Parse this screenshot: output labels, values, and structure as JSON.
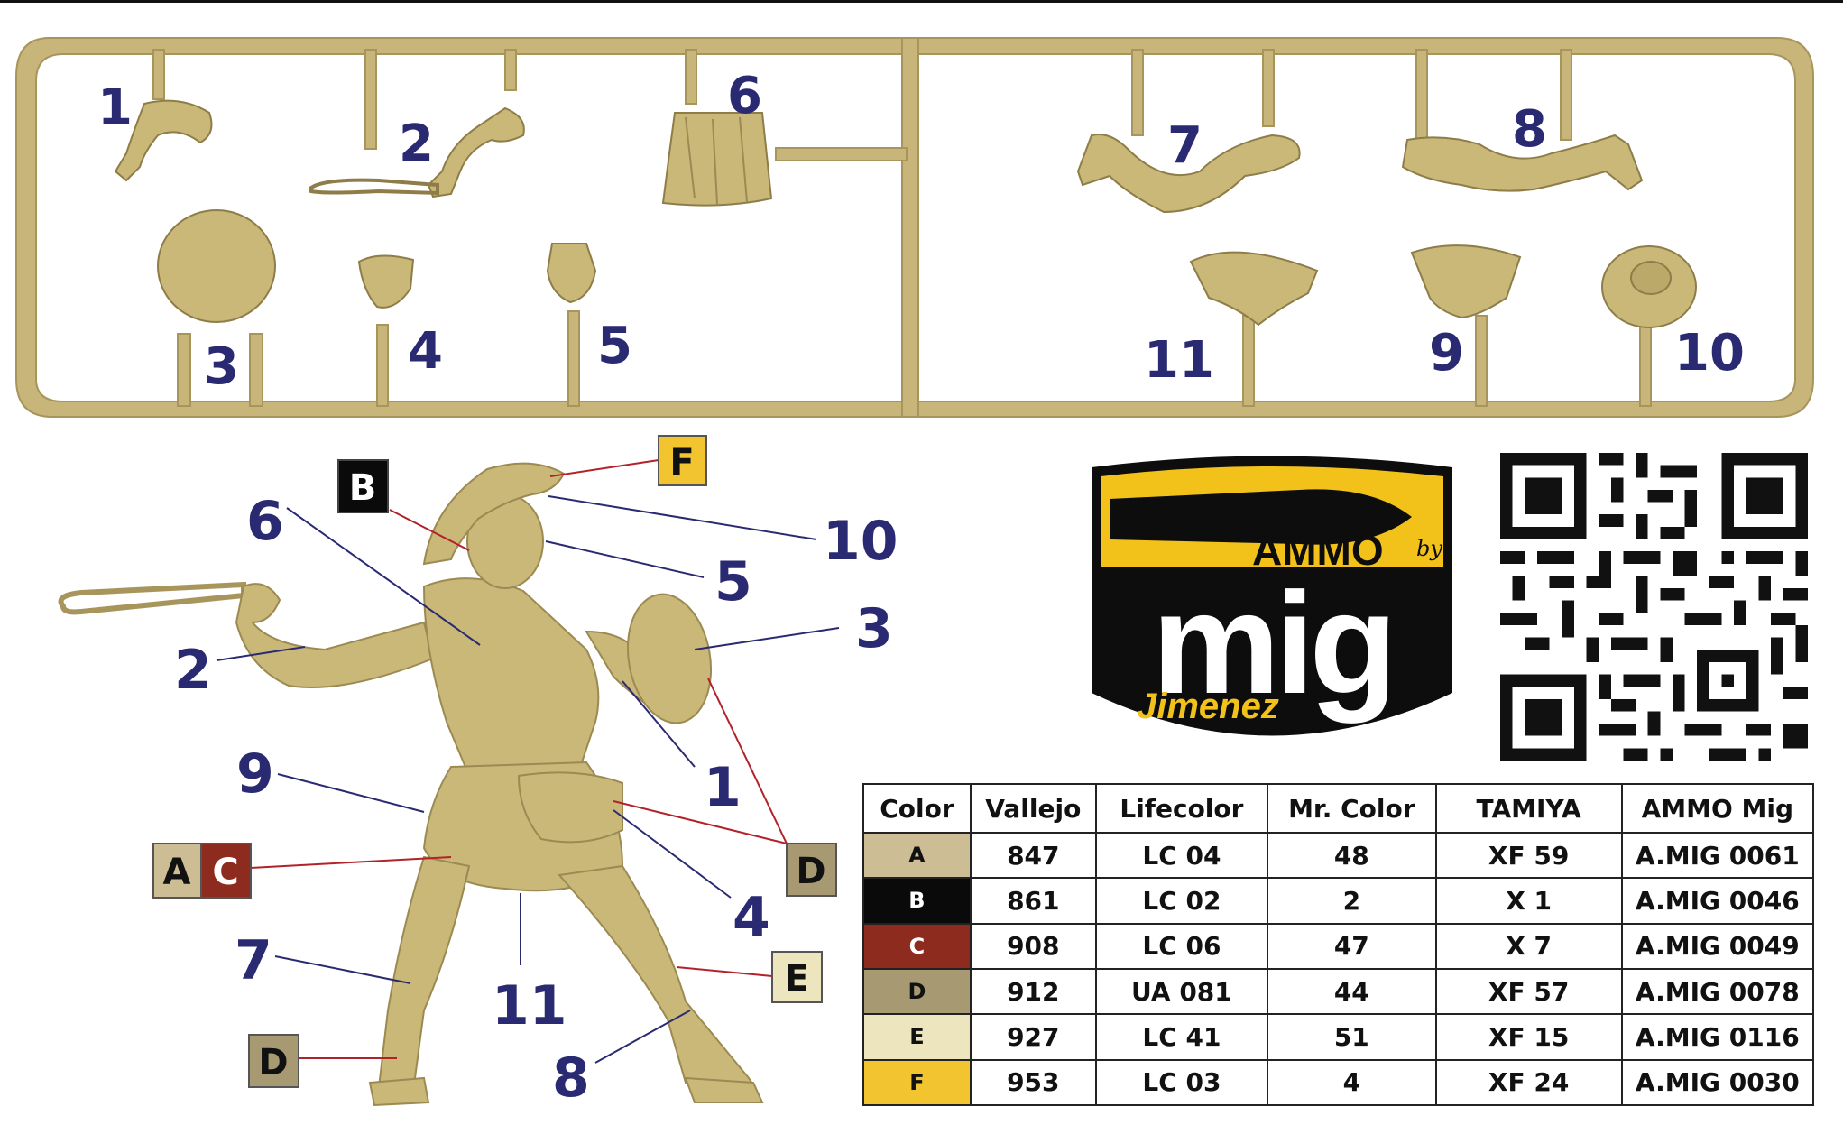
{
  "sprue_labels": {
    "p1": "1",
    "p2": "2",
    "p3": "3",
    "p4": "4",
    "p5": "5",
    "p6": "6",
    "p7": "7",
    "p8": "8",
    "p9": "9",
    "p10": "10",
    "p11": "11"
  },
  "figure_labels": {
    "p6": "6",
    "p2": "2",
    "p9": "9",
    "p7": "7",
    "p11": "11",
    "p8": "8",
    "p10": "10",
    "p5": "5",
    "p3": "3",
    "p1": "1",
    "p4": "4"
  },
  "color_markers": {
    "b": "B",
    "f": "F",
    "a": "A",
    "c": "C",
    "d_right": "D",
    "e": "E",
    "d_bottom": "D"
  },
  "logo": {
    "brand_top": "AMMO",
    "brand_by": "by",
    "brand_main": "mig",
    "brand_sub": "Jimenez"
  },
  "colors": {
    "sprue": "#c8b57a",
    "figure": "#c9b877",
    "label_blue": "#2a2a73",
    "leader_red": "#b3222a",
    "leader_blue": "#2a2a73",
    "logo_yellow": "#f2c21b",
    "logo_black": "#0d0d0d"
  },
  "color_table": {
    "headers": [
      "Color",
      "Vallejo",
      "Lifecolor",
      "Mr. Color",
      "TAMIYA",
      "AMMO Mig"
    ],
    "rows": [
      {
        "code": "A",
        "swatch": "#cdbd95",
        "text_color": "#111111",
        "vallejo": "847",
        "lifecolor": "LC 04",
        "mrcolor": "48",
        "tamiya": "XF 59",
        "ammo": "A.MIG 0061"
      },
      {
        "code": "B",
        "swatch": "#0a0a0a",
        "text_color": "#ffffff",
        "vallejo": "861",
        "lifecolor": "LC 02",
        "mrcolor": "2",
        "tamiya": "X 1",
        "ammo": "A.MIG 0046"
      },
      {
        "code": "C",
        "swatch": "#8c2b1e",
        "text_color": "#ffffff",
        "vallejo": "908",
        "lifecolor": "LC 06",
        "mrcolor": "47",
        "tamiya": "X 7",
        "ammo": "A.MIG 0049"
      },
      {
        "code": "D",
        "swatch": "#a79a72",
        "text_color": "#111111",
        "vallejo": "912",
        "lifecolor": "UA 081",
        "mrcolor": "44",
        "tamiya": "XF 57",
        "ammo": "A.MIG 0078"
      },
      {
        "code": "E",
        "swatch": "#ece5bd",
        "text_color": "#111111",
        "vallejo": "927",
        "lifecolor": "LC 41",
        "mrcolor": "51",
        "tamiya": "XF 15",
        "ammo": "A.MIG 0116"
      },
      {
        "code": "F",
        "swatch": "#f2c530",
        "text_color": "#111111",
        "vallejo": "953",
        "lifecolor": "LC 03",
        "mrcolor": "4",
        "tamiya": "XF 24",
        "ammo": "A.MIG 0030"
      }
    ]
  }
}
